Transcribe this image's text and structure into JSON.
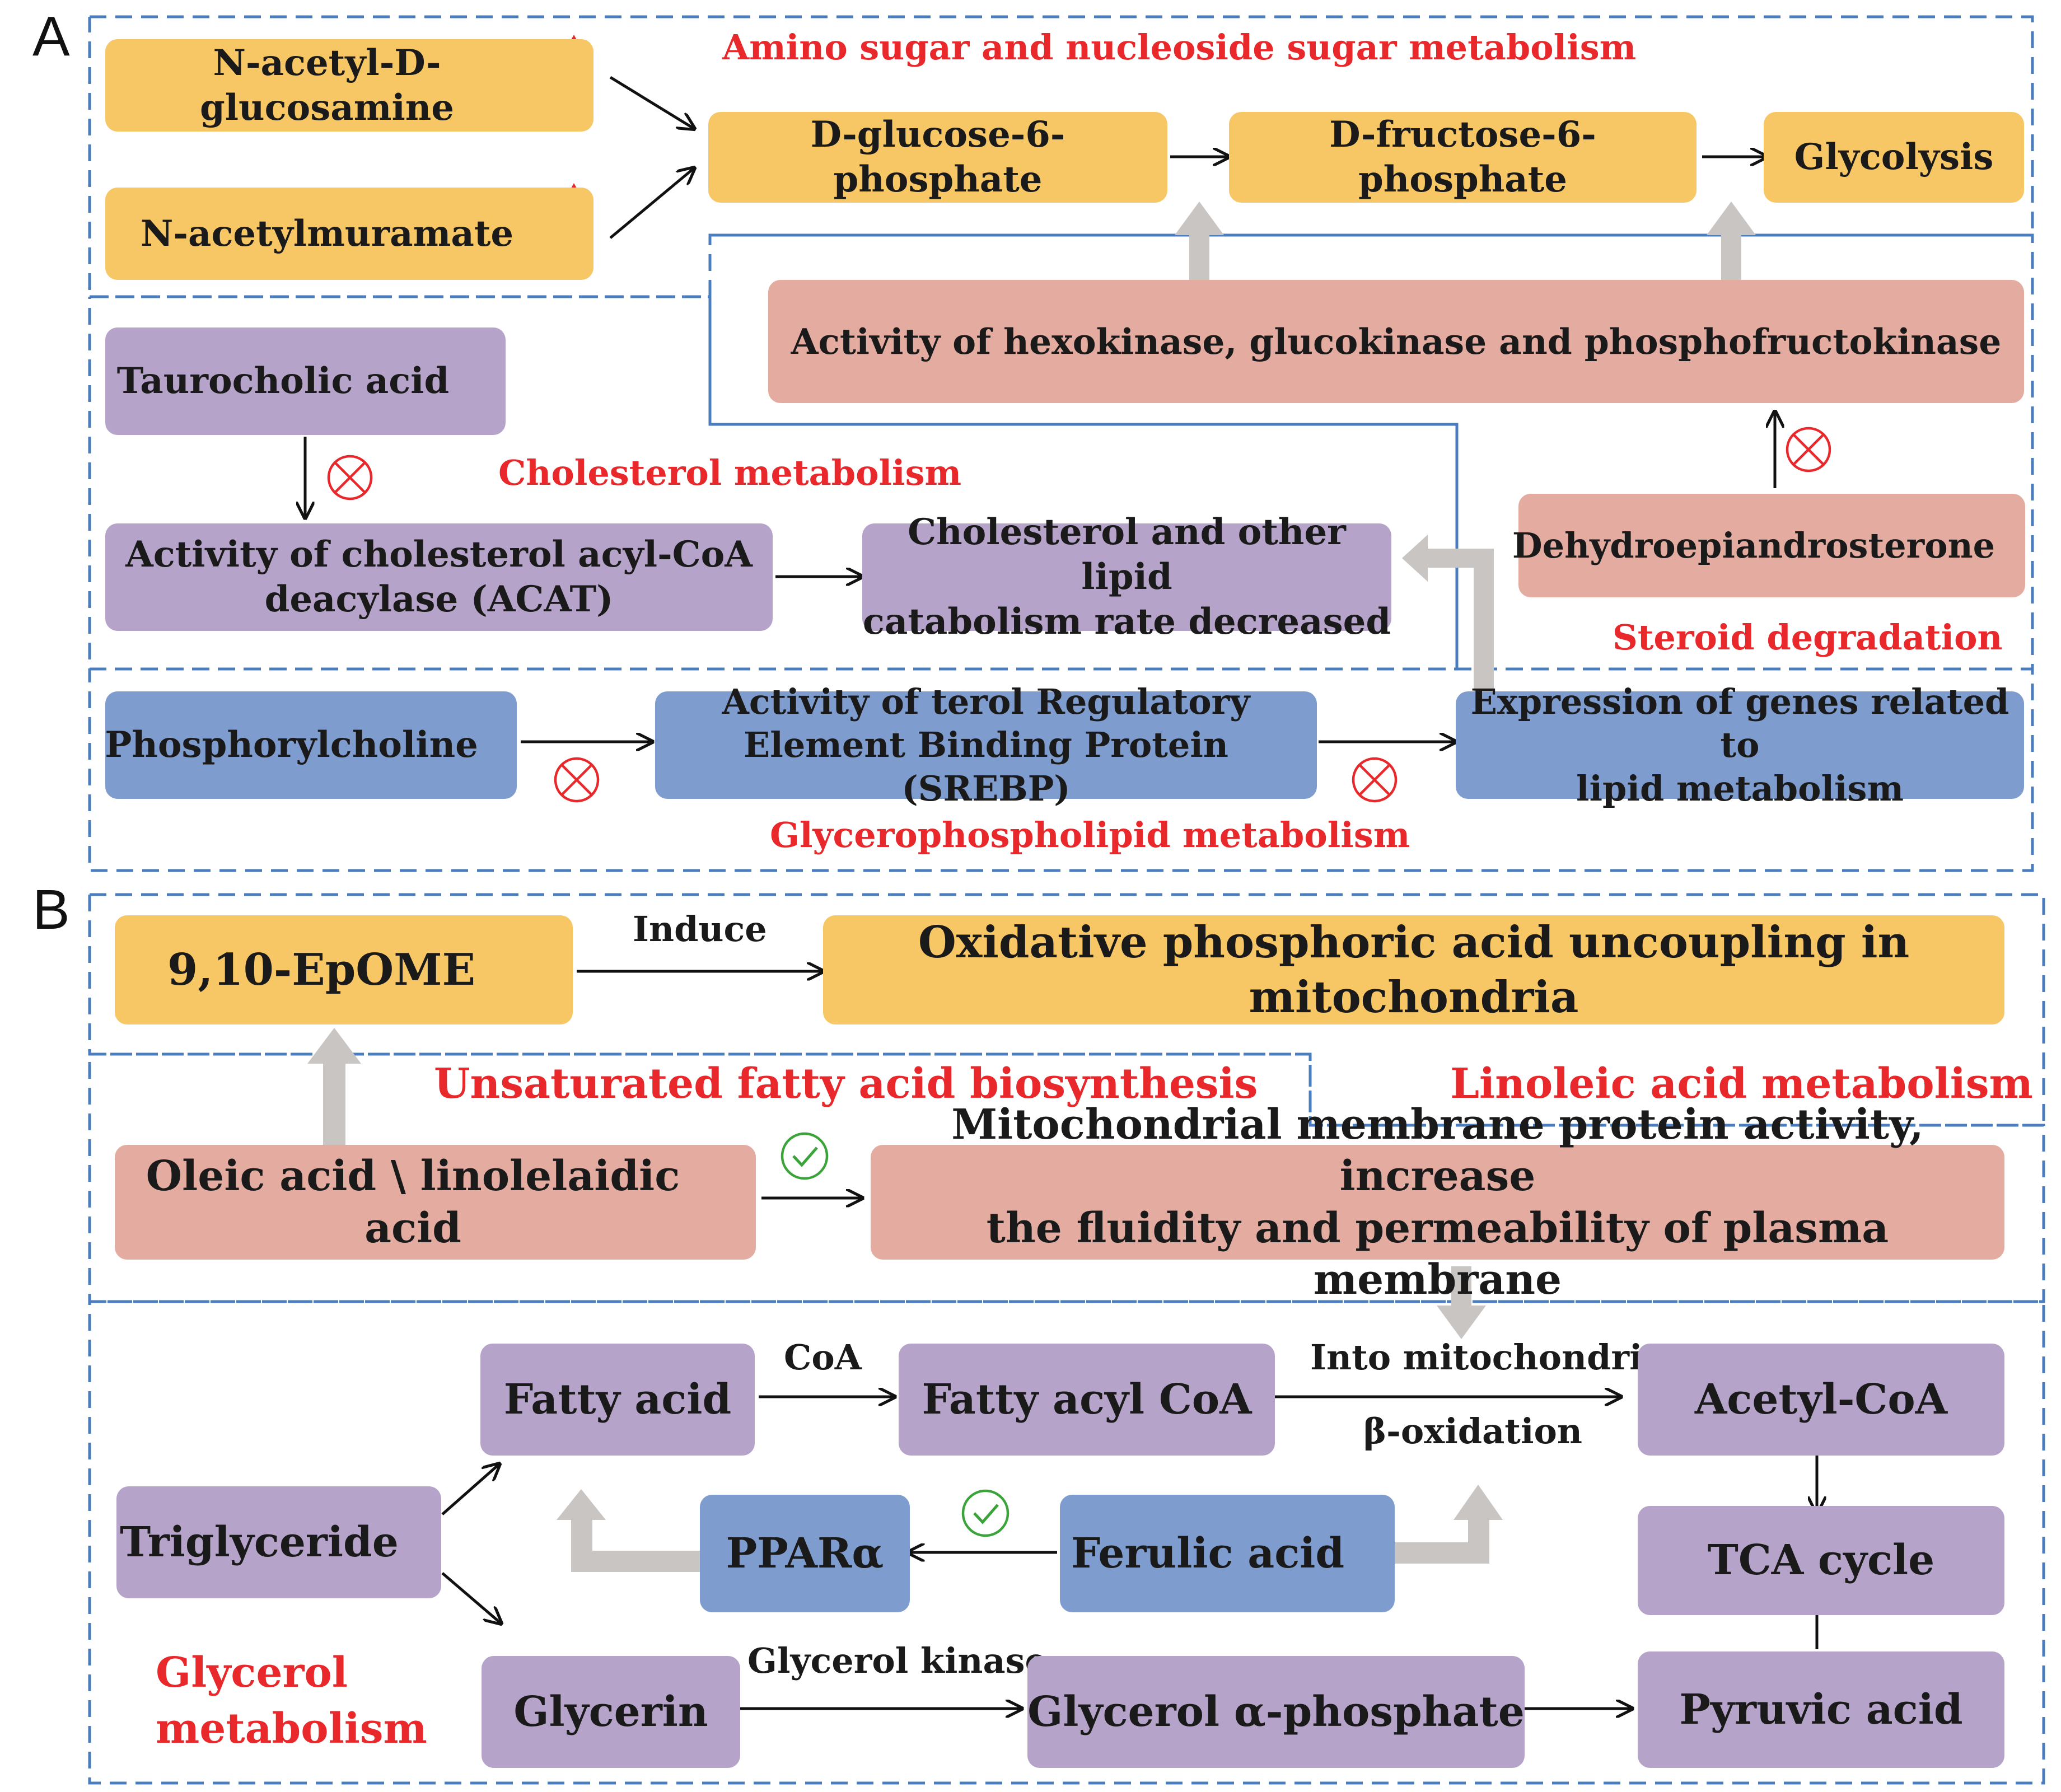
{
  "panels": {
    "a": "A",
    "b": "B"
  },
  "colors": {
    "yellow": "#F7C766",
    "purple": "#B5A3C9",
    "salmon": "#E4ACA1",
    "blue": "#7F9CCE",
    "up_arrow": "#E8282B",
    "down_arrow": "#3AA33A",
    "section_title": "#E8282B",
    "dashed_border": "#4A7DBF",
    "grey_arrow": "#C8C5C2"
  },
  "icons": {
    "increase": "red-up-arrow",
    "decrease": "green-down-arrow",
    "inhibit": "circled-x",
    "promote": "circled-check"
  },
  "section_a": {
    "amino_sugar": {
      "title": "Amino sugar and nucleoside sugar metabolism",
      "n_acetyl_glucosamine": "N-acetyl-D-glucosamine",
      "n_acetylmuramate": "N-acetylmuramate",
      "glucose_6_phosphate": "D-glucose-6-phosphate",
      "fructose_6_phosphate": "D-fructose-6-phosphate",
      "glycolysis": "Glycolysis"
    },
    "kinase_activity": "Activity of hexokinase, glucokinase and phosphofructokinase",
    "cholesterol": {
      "title": "Cholesterol metabolism",
      "taurocholic_acid": "Taurocholic acid",
      "acat_line1": "Activity of cholesterol acyl-CoA",
      "acat_line2": "deacylase (ACAT)",
      "lipid_line1": "Cholesterol and other lipid",
      "lipid_line2": "catabolism rate decreased"
    },
    "steroid": {
      "title": "Steroid degradation",
      "dhea": "Dehydroepiandrosterone"
    },
    "glycerophospholipid": {
      "title": "Glycerophospholipid metabolism",
      "phosphorylcholine": "Phosphorylcholine",
      "srebp_line1": "Activity of  terol Regulatory",
      "srebp_line2": "Element Binding Protein (SREBP)",
      "genes_line1": "Expression of genes related to",
      "genes_line2": "lipid metabolism"
    }
  },
  "section_b": {
    "epome": "9,10-EpOME",
    "induce": "Induce",
    "uncoupling": "Oxidative phosphoric acid uncoupling in mitochondria",
    "unsaturated_title": "Unsaturated fatty acid biosynthesis",
    "linoleic_title": "Linoleic acid metabolism",
    "oleic": "Oleic acid \\ linolelaidic acid",
    "membrane_line1": "Mitochondrial membrane protein activity, increase",
    "membrane_line2": "the fluidity and permeability of plasma membrane",
    "glycerol": {
      "title_line1": "Glycerol",
      "title_line2": "metabolism",
      "fatty_acid": "Fatty acid",
      "coa": "CoA",
      "fatty_acyl_coa": "Fatty acyl CoA",
      "into_mito": "Into mitochondria",
      "beta_ox": "β-oxidation",
      "acetyl_coa": "Acetyl-CoA",
      "triglyceride": "Triglyceride",
      "ppar": "PPARα",
      "ferulic": "Ferulic acid",
      "tca": "TCA cycle",
      "glycerin": "Glycerin",
      "glycerol_kinase": "Glycerol kinase",
      "glycerol_phosphate": "Glycerol α-phosphate",
      "pyruvic": "Pyruvic acid"
    }
  }
}
